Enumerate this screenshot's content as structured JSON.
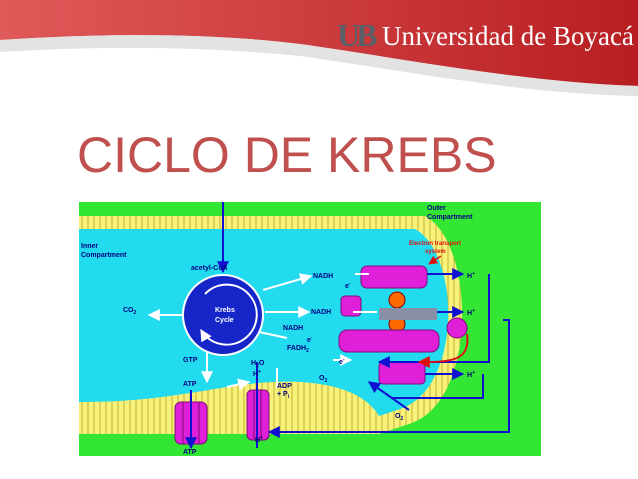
{
  "header": {
    "logo_mark": "UB",
    "university_name": "Universidad de Boyacá"
  },
  "slide": {
    "title": "CICLO DE KREBS"
  },
  "diagram": {
    "outer_compartment": [
      "Outer",
      "Compartment"
    ],
    "inner_compartment": [
      "Inner",
      "Compartment"
    ],
    "electron_transport": [
      "Electron transport",
      "system"
    ],
    "acetyl_coa": "acetyl-CoA",
    "krebs_cycle": [
      "Krebs",
      "Cycle"
    ],
    "co2": "CO",
    "nadh_1": "NADH",
    "nadh_2": "NADH",
    "nadh_3": "NADH",
    "fadh2": "FADH",
    "gtp": "GTP",
    "atp_inner": "ATP",
    "atp_outer": "ATP",
    "h2o": "H",
    "adp_pi": [
      "ADP",
      "+ P"
    ],
    "o2_inner": "O",
    "o2_outer": "O",
    "h_plus": "H",
    "electron": "e",
    "colors": {
      "outer_bg": "#33e633",
      "inner_bg": "#22dbee",
      "membrane": "#f4f47a",
      "enzyme": "#e020d8",
      "arrow": "#1010d0",
      "red_arrow": "#e01010",
      "title": "#c0504d"
    }
  }
}
